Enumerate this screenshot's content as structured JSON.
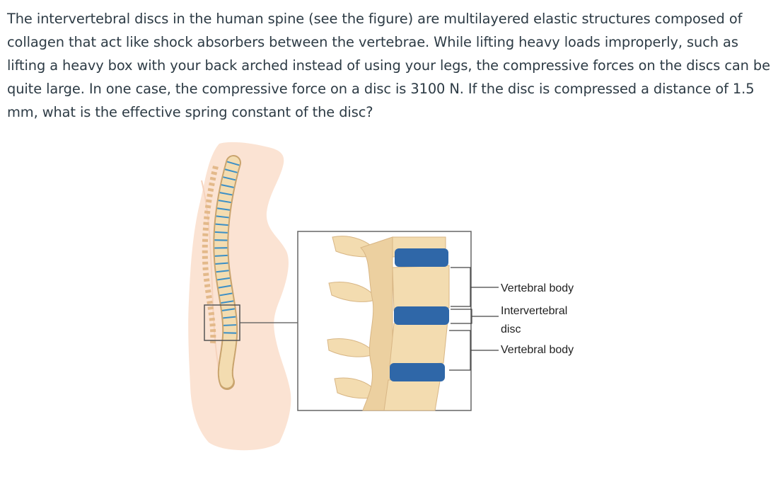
{
  "question": {
    "text": "The intervertebral discs in the human spine (see the figure) are multilayered elastic structures composed of collagen that act like shock absorbers between the vertebrae. While lifting heavy loads improperly, such as lifting a heavy box with your back arched instead of using your legs, the compressive forces on the discs can be quite large. In one case, the compressive force on a disc is 3100 N. If the disc is compressed a distance of 1.5 mm, what is the effective spring constant of the disc?"
  },
  "figure": {
    "labels": {
      "vertebral_body_top": "Vertebral body",
      "intervertebral_disc_line1": "Intervertebral",
      "intervertebral_disc_line2": "disc",
      "vertebral_body_bottom": "Vertebral body"
    },
    "colors": {
      "skin": "#fbe3d3",
      "bone": "#f3dcb0",
      "bone_dark": "#c9a46e",
      "disc": "#2f67a8",
      "frame": "#555555"
    }
  }
}
